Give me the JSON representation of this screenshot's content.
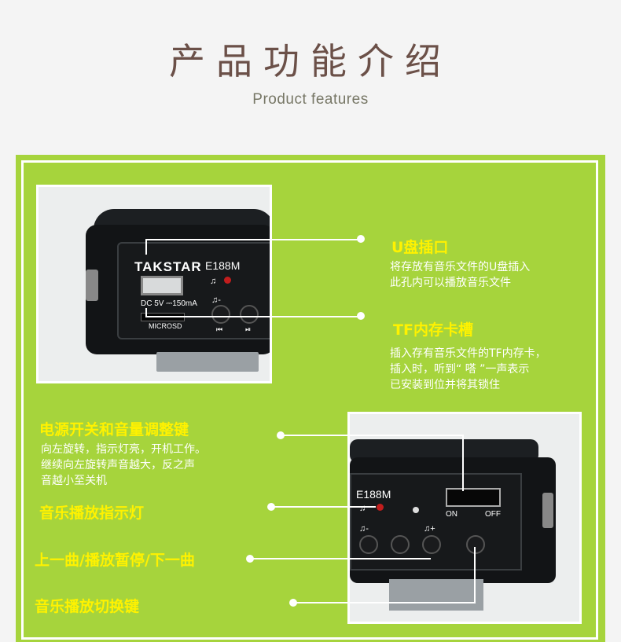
{
  "header": {
    "title": "产品功能介绍",
    "subtitle": "Product features"
  },
  "device": {
    "brand": "TAKSTAR",
    "model": "E188M",
    "dc_label": "DC 5V ⎓150mA",
    "microsd_label": "MICROSD",
    "on_label": "ON",
    "off_label": "OFF"
  },
  "features": [
    {
      "title": "U盘插口",
      "desc": [
        "将存放有音乐文件的U盘插入",
        "此孔内可以播放音乐文件"
      ]
    },
    {
      "title": "TF内存卡槽",
      "desc": [
        "插入存有音乐文件的TF内存卡，",
        "插入时，听到“ 嗒 ”一声表示",
        "已安装到位并将其锁住"
      ]
    },
    {
      "title": "电源开关和音量调整键",
      "desc": [
        "向左旋转，指示灯亮，开机工作。",
        "继续向左旋转声音越大，反之声",
        "音越小至关机"
      ]
    },
    {
      "title": "音乐播放指示灯",
      "desc": []
    },
    {
      "title": "上一曲/播放暂停/下一曲",
      "desc": []
    },
    {
      "title": "音乐播放切换键",
      "desc": []
    }
  ],
  "colors": {
    "panel": "#a6d43c",
    "title_yellow": "#fff200",
    "header_text": "#6b5048"
  },
  "icons": [
    "music-note-icon",
    "prev-track-icon",
    "play-pause-icon",
    "next-track-icon",
    "power-switch-icon"
  ]
}
